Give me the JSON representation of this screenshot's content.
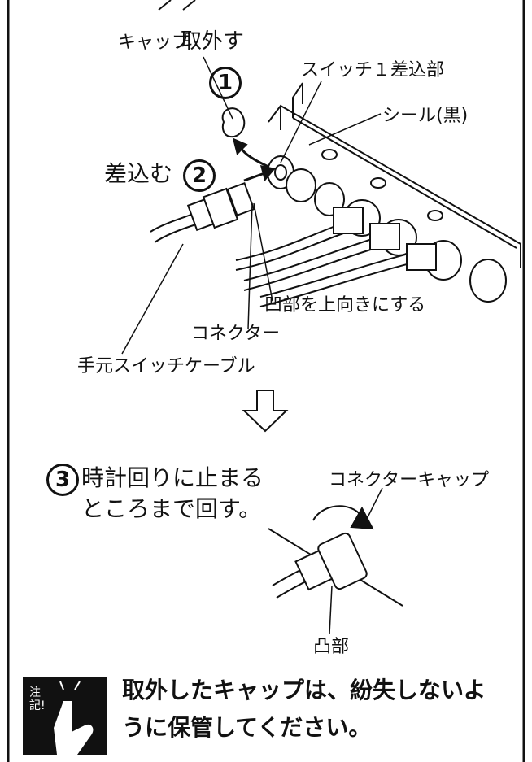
{
  "labels": {
    "cap": "キャップ",
    "remove": "取外す",
    "switch1_port": "スイッチ１差込部",
    "seal_black": "シール(黒)",
    "insert": "差込む",
    "notch_up": "凹部を上向きにする",
    "connector": "コネクター",
    "hand_switch_cable": "手元スイッチケーブル",
    "step3_line1": "時計回りに止まる",
    "step3_line2": "ところまで回す。",
    "connector_cap": "コネクターキャップ",
    "protrusion": "凸部"
  },
  "steps": {
    "one": "1",
    "two": "2",
    "three": "3"
  },
  "note": {
    "icon_text": "注記!",
    "line1": "取外したキャップは、紛失しないよ",
    "line2": "うに保管してください。"
  },
  "icons": [
    "cable-connector-illustration",
    "down-arrow-icon",
    "rotate-arrow-icon",
    "hand-pointing-icon"
  ]
}
